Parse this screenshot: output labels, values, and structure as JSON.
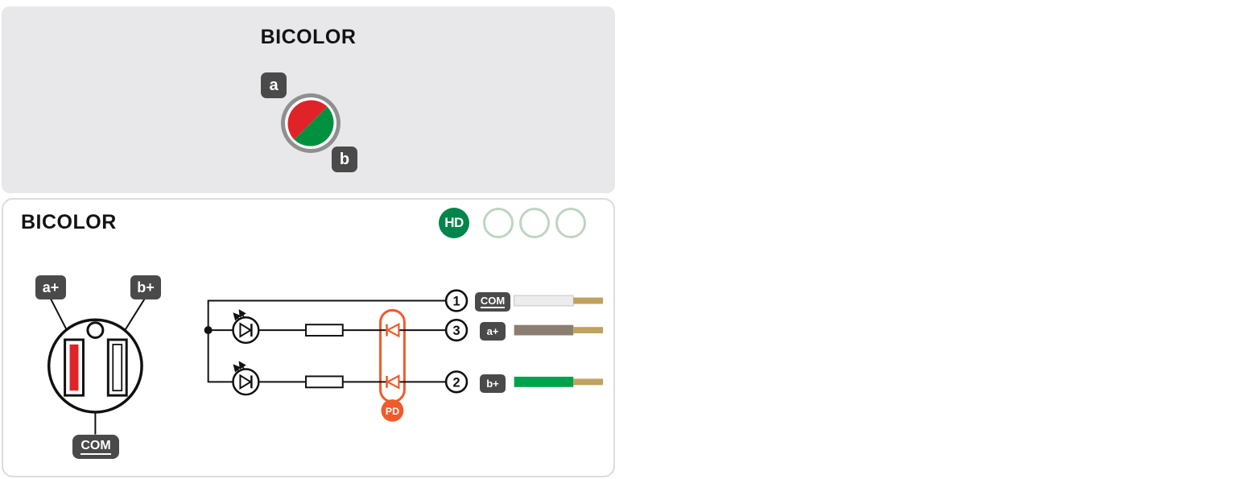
{
  "theme": {
    "panel_bg": "#e8e8ea",
    "panel_border": "#dcdcde",
    "badge_bg": "#4a4a4a",
    "line_color": "#111111",
    "accent_orange": "#f15a29",
    "hd_green": "#00854a",
    "empty_circle_green": "#bed5bf"
  },
  "top_panel": {
    "title": "BICOLOR",
    "led": {
      "label_a": "a",
      "label_b": "b",
      "color_a": "#e02328",
      "color_b": "#00913f",
      "ring_color": "#8f8f8f"
    }
  },
  "bottom_panel": {
    "title": "BICOLOR",
    "rating": {
      "hd_label": "HD",
      "hd_color": "#00854a",
      "empty_circles": 3
    },
    "connector": {
      "pin_a_label": "a+",
      "pin_b_label": "b+",
      "com_label": "COM",
      "slot_a_color": "#e02328"
    },
    "circuit": {
      "pd_label": "PD",
      "pd_color": "#f15a29"
    },
    "terminals": [
      {
        "number": "1",
        "label": "COM",
        "wire_color": "#ececec"
      },
      {
        "number": "3",
        "label": "a+",
        "wire_color": "#8b7e71"
      },
      {
        "number": "2",
        "label": "b+",
        "wire_color": "#00a24d"
      }
    ],
    "wire_tip_color": "#c0a15f"
  }
}
